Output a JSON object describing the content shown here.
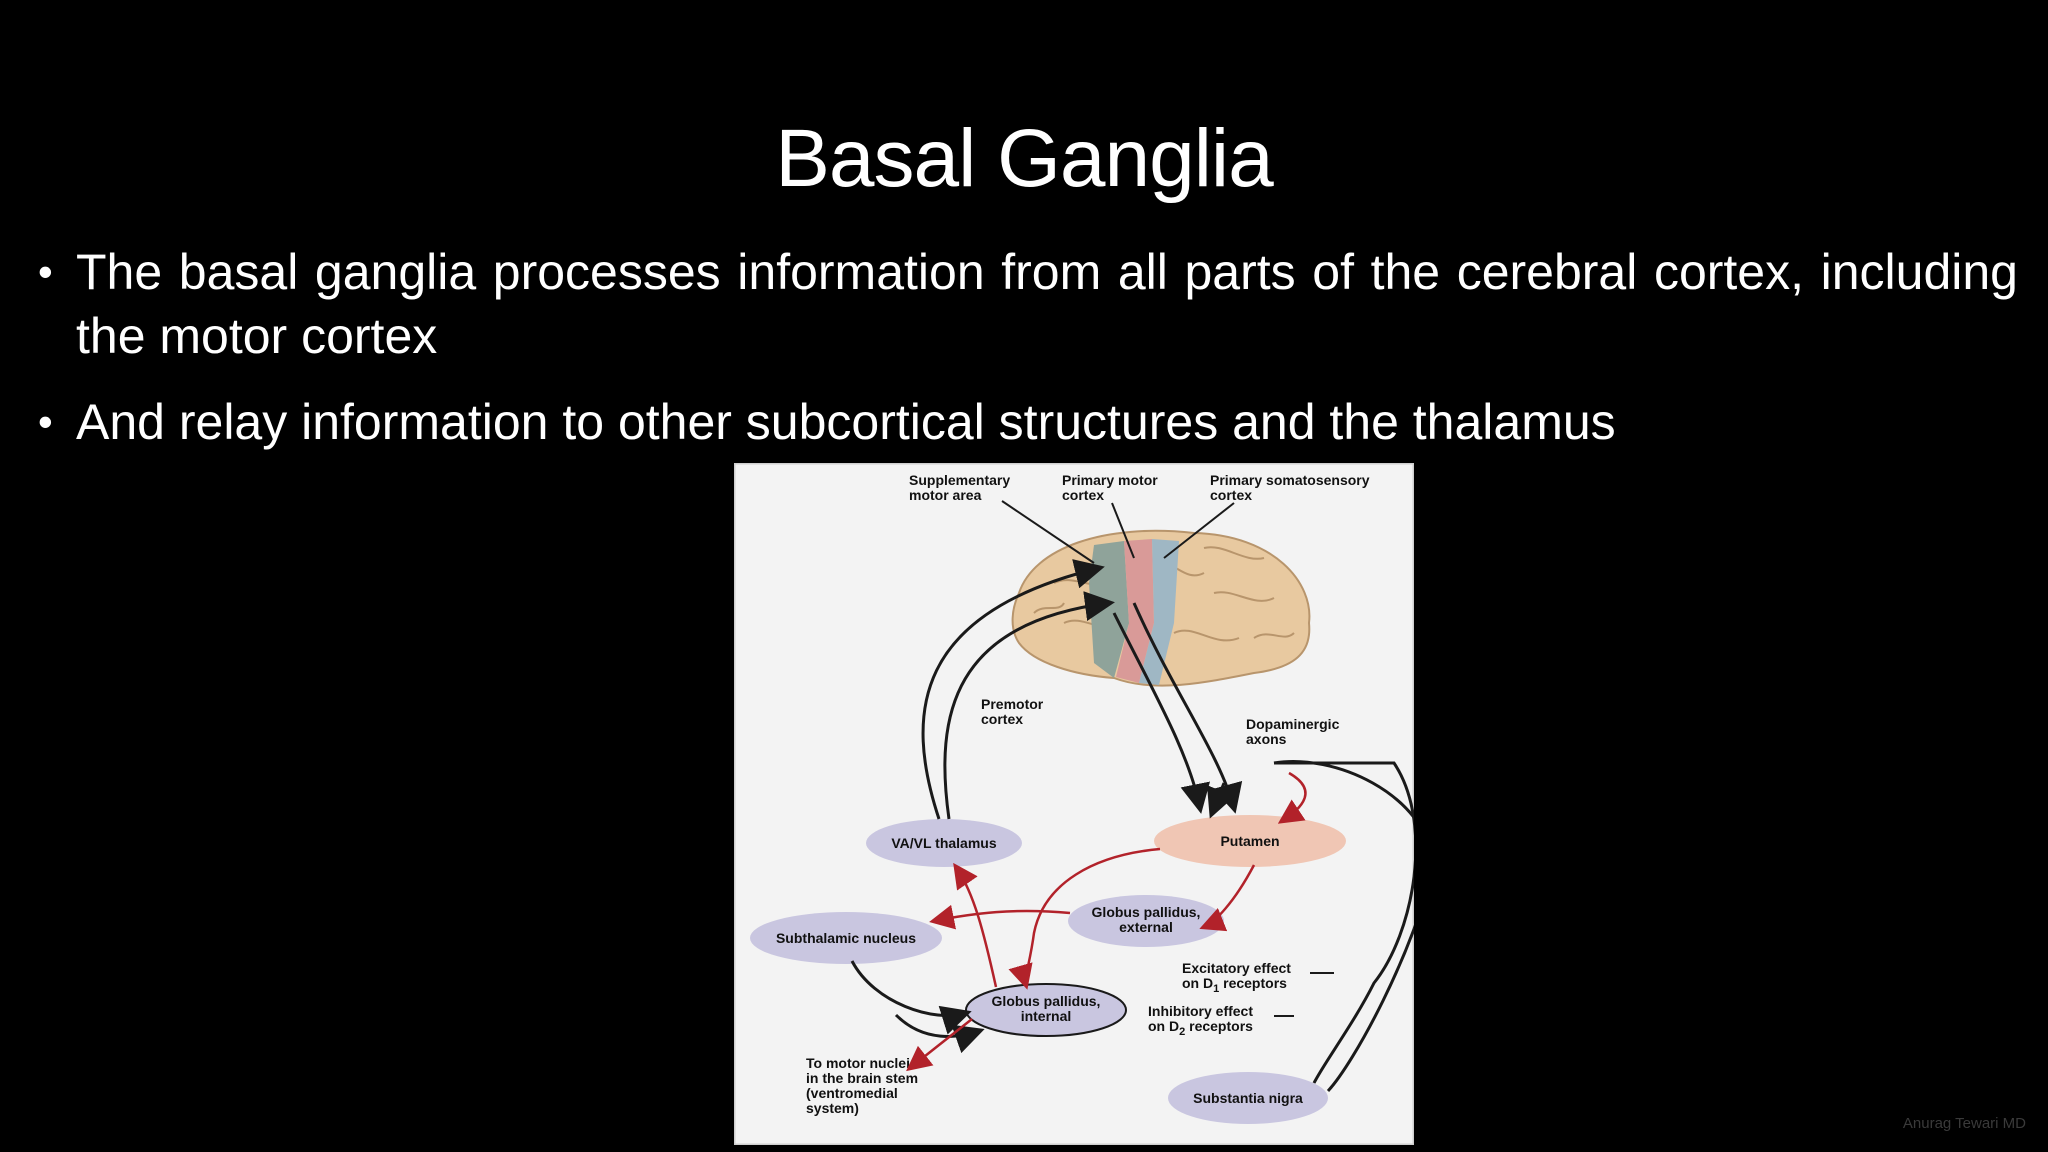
{
  "slide": {
    "title": "Basal Ganglia",
    "bullets": [
      "The basal ganglia processes information from all parts of the cerebral cortex, including the motor cortex",
      "And relay information to other subcortical structures and the thalamus"
    ],
    "bullet_symbol": "•",
    "watermark": "Anurag Tewari MD"
  },
  "figure": {
    "labels": {
      "supplementary_1": "Supplementary",
      "supplementary_2": "motor area",
      "primary_motor_1": "Primary motor",
      "primary_motor_2": "cortex",
      "primary_somato_1": "Primary somatosensory",
      "primary_somato_2": "cortex",
      "premotor_1": "Premotor",
      "premotor_2": "cortex",
      "dopaminergic_1": "Dopaminergic",
      "dopaminergic_2": "axons",
      "thalamus": "VA/VL thalamus",
      "putamen": "Putamen",
      "gp_external_1": "Globus pallidus,",
      "gp_external_2": "external",
      "subthalamic": "Subthalamic nucleus",
      "gp_internal_1": "Globus pallidus,",
      "gp_internal_2": "internal",
      "excitatory_1": "Excitatory effect",
      "excitatory_2": "on D",
      "excitatory_sub": "1",
      "excitatory_3": " receptors",
      "inhibitory_1": "Inhibitory effect",
      "inhibitory_2": "on D",
      "inhibitory_sub": "2",
      "inhibitory_3": " receptors",
      "motor_nuclei_1": "To motor nuclei",
      "motor_nuclei_2": "in the brain stem",
      "motor_nuclei_3": "(ventromedial",
      "motor_nuclei_4": "system)",
      "substantia_nigra": "Substantia nigra"
    },
    "colors": {
      "background": "#f3f3f3",
      "brain": "#e8c9a0",
      "premotor_band": "#8fa39a",
      "motor_band": "#d99a98",
      "somato_band": "#9fb7c4",
      "nucleus_lavender": "#c9c6e0",
      "putamen": "#f0c6b4",
      "excitatory_arrow": "#1a1a1a",
      "inhibitory_arrow": "#b2222a"
    }
  }
}
